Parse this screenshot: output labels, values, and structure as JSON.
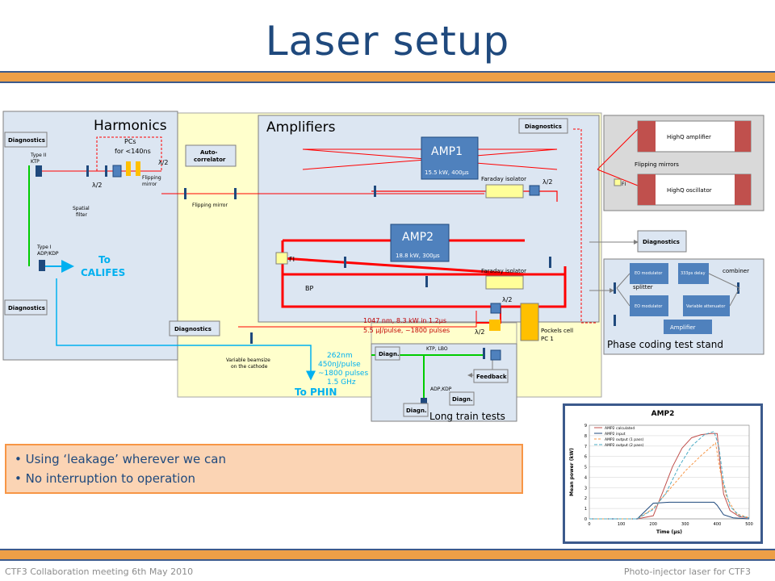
{
  "slide": {
    "title": "Laser setup",
    "footer_left": "CTF3 Collaboration meeting 6th May 2010",
    "footer_right": "Photo-injector laser for CTF3"
  },
  "bullets": [
    "Using ‘leakage’ wherever we can",
    "No interruption to operation"
  ],
  "diagram": {
    "harmonics": {
      "title": "Harmonics",
      "diagnostics_top": "Diagnostics",
      "diagnostics_bottom": "Diagnostics",
      "type2": "Type II",
      "ktp": "KTP",
      "type1": "Type I",
      "adp_kdp": "ADP/KDP",
      "spatial": "Spatial",
      "filter": "filter",
      "pcs_line1": "PCs",
      "pcs_line2": "for <140ns",
      "flip_mirror": "Flipping",
      "flip_mirror2": "mirror",
      "lambda_left": "λ/2",
      "lambda_right": "λ/2",
      "to": "To",
      "califes": "CALIFES"
    },
    "auto_corr1": "Auto-",
    "auto_corr2": "correlator",
    "flipping_mirror_mid": "Flipping mirror",
    "diagnostics_mid": "Diagnostics",
    "beamsize1": "Variable beamsize",
    "beamsize2": "on the cathode",
    "uv_lines": [
      "262nm",
      "450nJ/pulse",
      "~1800 pulses",
      "1.5 GHz"
    ],
    "to_phin": "To PHIN",
    "amplifiers": {
      "title": "Amplifiers",
      "diagnostics": "Diagnostics",
      "amp1": "AMP1",
      "amp1_spec": "15.5 kW, 400μs",
      "amp2": "AMP2",
      "amp2_spec": "18.8 kW, 300μs",
      "faraday1": "Faraday isolator",
      "faraday2": "Faraday isolator",
      "lambda1": "λ/2",
      "lambda2": "λ/2",
      "lambda3": "λ/2",
      "fi": "FI",
      "bp": "BP",
      "beam_line1": "1047 nm, 8.3 kW in 1.2μs",
      "beam_line2": "5.5 μJ/pulse, ~1800 pulses",
      "pockels1": "Pockels cell",
      "pockels2": "PC 1"
    },
    "highq": {
      "amplifier": "HighQ amplifier",
      "oscillator": "HighQ oscillator",
      "flipping": "Flipping mirrors",
      "fi": "FI"
    },
    "diagnostics_right": "Diagnostics",
    "phase": {
      "title": "Phase coding test stand",
      "eo1": "EO modulator",
      "delay": "333ps delay",
      "combiner": "combiner",
      "splitter": "splitter",
      "eo2": "EO modulator",
      "atten": "Variable attenuator",
      "amplifier": "Amplifier"
    },
    "longtrain": {
      "title": "Long train tests",
      "diagn1": "Diagn.",
      "diagn2": "Diagn.",
      "diagn3": "Diagn.",
      "ktp_lbo": "KTP, LBO",
      "adp_kdp": "ADP,KDP",
      "feedback": "Feedback"
    }
  },
  "chart_data": {
    "type": "line",
    "title": "AMP2",
    "xlabel": "Time (μs)",
    "ylabel": "Mean power (kW)",
    "xlim": [
      0,
      500
    ],
    "ylim": [
      0,
      9
    ],
    "xticks": [
      "0",
      "100",
      "200",
      "300",
      "400",
      "500"
    ],
    "yticks": [
      "0",
      "1",
      "2",
      "3",
      "4",
      "5",
      "6",
      "7",
      "8",
      "9"
    ],
    "series": [
      {
        "name": "AMP2 calculated",
        "color": "#c0504d",
        "dash": "",
        "x": [
          0,
          150,
          200,
          230,
          260,
          290,
          320,
          350,
          380,
          400,
          410,
          420,
          440,
          470,
          500
        ],
        "values": [
          0,
          0,
          0.3,
          2.6,
          5.0,
          6.8,
          7.8,
          8.1,
          8.2,
          8.2,
          5.0,
          2.4,
          0.8,
          0.2,
          0.1
        ]
      },
      {
        "name": "AMP2 input",
        "color": "#1f497d",
        "dash": "",
        "x": [
          0,
          150,
          200,
          250,
          300,
          390,
          400,
          420,
          450,
          500
        ],
        "values": [
          0,
          0,
          1.5,
          1.6,
          1.6,
          1.6,
          1.3,
          0.4,
          0.1,
          0
        ]
      },
      {
        "name": "AMP2 output (1 pass)",
        "color": "#f79646",
        "dash": "3,2",
        "x": [
          0,
          150,
          200,
          250,
          300,
          350,
          395,
          410,
          430,
          460,
          500
        ],
        "values": [
          0,
          0,
          1.0,
          2.8,
          4.6,
          6.1,
          7.3,
          4.5,
          2.0,
          0.5,
          0.1
        ]
      },
      {
        "name": "AMP2 output (2 pass)",
        "color": "#4bacc6",
        "dash": "4,2",
        "x": [
          0,
          150,
          200,
          240,
          280,
          320,
          360,
          390,
          405,
          420,
          440,
          470,
          500
        ],
        "values": [
          0,
          0,
          0.9,
          2.5,
          5.0,
          7.0,
          8.1,
          8.4,
          7.0,
          3.5,
          1.2,
          0.3,
          0.1
        ]
      }
    ]
  }
}
